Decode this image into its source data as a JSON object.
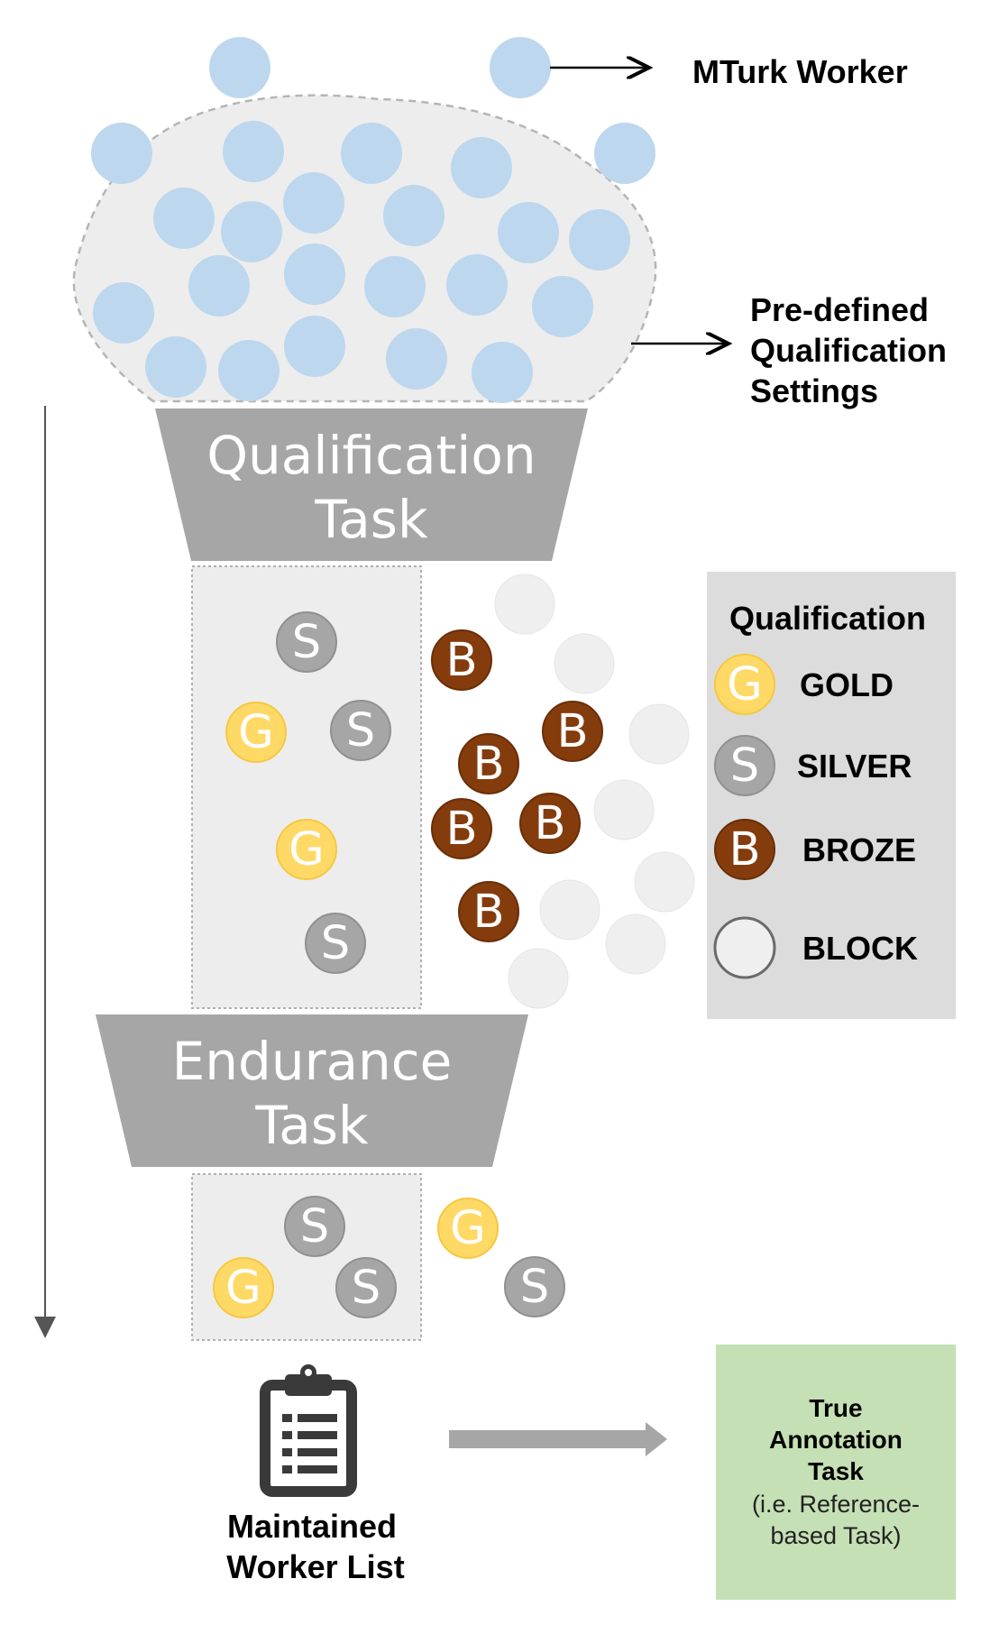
{
  "labels": {
    "mturk_worker": "MTurk Worker",
    "predefined_settings": [
      "Pre-defined",
      "Qualification",
      "Settings"
    ],
    "qualification_task": [
      "Qualification",
      "Task"
    ],
    "endurance_task": [
      "Endurance",
      "Task"
    ],
    "maintained_worker_list": [
      "Maintained",
      "Worker List"
    ],
    "true_annotation_task": [
      "True",
      "Annotation",
      "Task"
    ],
    "true_annotation_subtitle": [
      "(i.e. Reference-",
      "based Task)"
    ]
  },
  "legend": {
    "title": "Qualification",
    "items": [
      {
        "letter": "G",
        "label": "GOLD"
      },
      {
        "letter": "S",
        "label": "SILVER"
      },
      {
        "letter": "B",
        "label": "BROZE"
      },
      {
        "letter": "",
        "label": "BLOCK"
      }
    ]
  },
  "colors": {
    "worker": "#bdd7ee",
    "gold": "#ffd966",
    "silver": "#a6a6a6",
    "bronze": "#843c0c",
    "block": "#efefef",
    "funnel": "#a6a6a6",
    "pool": "#ededed",
    "legend_bg": "#dcdcdc",
    "final_task_bg": "#c5e0b4"
  },
  "icons": {
    "document": "clipboard-list-icon",
    "flow_arrow": "arrow-right-icon"
  }
}
